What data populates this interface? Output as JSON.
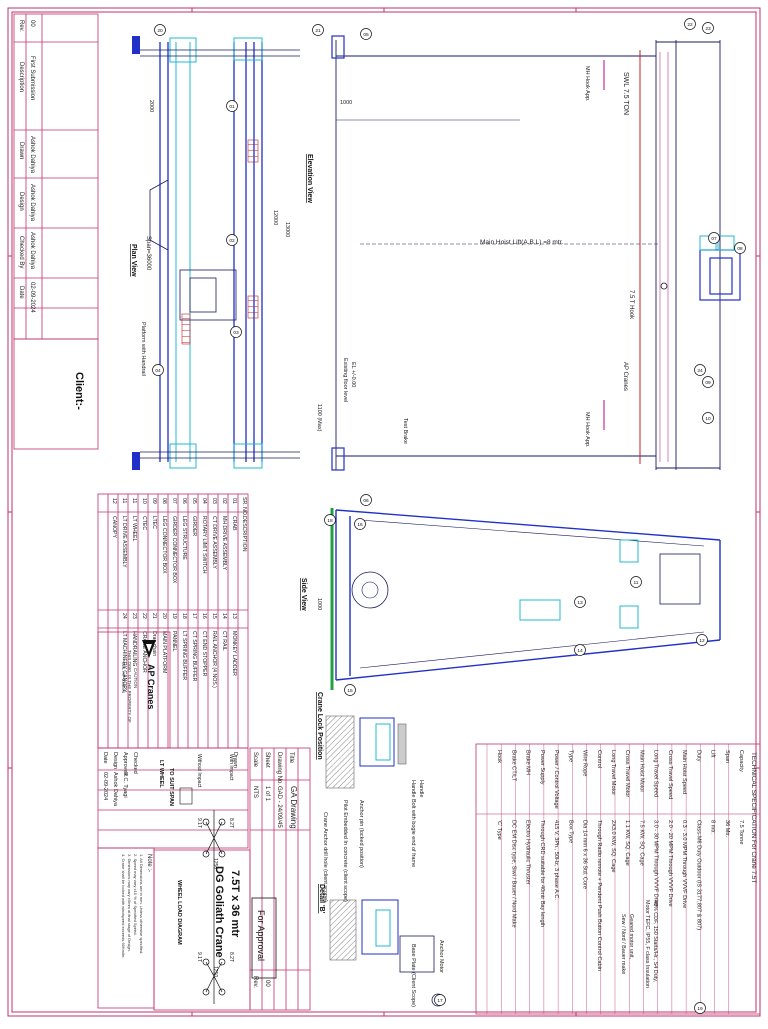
{
  "title_block": {
    "company": "AP Cranes",
    "client_label": "Client:-",
    "title_line1": "7.5T x 36 mtr",
    "title_line2": "DG Goliath Crane",
    "drawing_title_label": "Title",
    "drawing_title": "GA Drawing",
    "drawing_no_label": "Drawing No.",
    "drawing_no": "GAD - 24/09/45",
    "sheet_label": "Sheet",
    "sheet_value": "1 of 1",
    "scale_label": "Scale",
    "scale_value": "NTS",
    "rev_label": "Rev.",
    "rev_value": "00",
    "for_approval": "For Approval",
    "property_lines": [
      "THIS DWG. IS THE PROPERTY OF",
      "M/s. AP Cranes",
      "CAUTION"
    ],
    "sign_rows": [
      {
        "label": "Drawn",
        "name": "",
        "date_label": "Date",
        "date": "02-09-2024"
      },
      {
        "label": "Design",
        "name": "Ashok Dahiya",
        "date_label": "",
        "date": ""
      },
      {
        "label": "Approved",
        "name": "R.C. Tyagi",
        "date_label": "",
        "date": ""
      },
      {
        "label": "Checked",
        "name": "",
        "date_label": "",
        "date": ""
      }
    ]
  },
  "revision_table": {
    "headers": [
      "Rev.",
      "Description",
      "Drawn",
      "Design",
      "Checked By",
      "Date"
    ],
    "rows": [
      {
        "rev": "00",
        "description": "First Submission",
        "drawn": "Ashok Dahiya",
        "design": "Ashok Dahiya",
        "checked": "Ashok Dahiya",
        "date": "02-09-2024"
      }
    ]
  },
  "parts_list": {
    "headers": [
      "SR. NO.",
      "DESCRIPTION",
      "",
      ""
    ],
    "rows": [
      {
        "a_no": "01",
        "a_desc": "CRAB",
        "b_no": "13",
        "b_desc": "MONKEY LADDER"
      },
      {
        "a_no": "02",
        "a_desc": "MH DRIVE ASSEMBLY",
        "b_no": "14",
        "b_desc": "CT RAIL"
      },
      {
        "a_no": "03",
        "a_desc": "CT DRIVE ASSEMBLY",
        "b_no": "15",
        "b_desc": "RAIL ANCHOR (4 NOS.)"
      },
      {
        "a_no": "04",
        "a_desc": "ROTARY LIMIT SWITCH",
        "b_no": "16",
        "b_desc": "CT END STOPPER"
      },
      {
        "a_no": "05",
        "a_desc": "GIRDER",
        "b_no": "17",
        "b_desc": "CT SPRING BUFFER"
      },
      {
        "a_no": "06",
        "a_desc": "LEG STRUCTURE",
        "b_no": "18",
        "b_desc": "LT SPRING BUFFER"
      },
      {
        "a_no": "07",
        "a_desc": "GIRDER CONNECTOR BOX",
        "b_no": "19",
        "b_desc": "PANNEL"
      },
      {
        "a_no": "08",
        "a_desc": "LEG CONNECTOR BOX",
        "b_no": "20",
        "b_desc": "MAIN PLATFORM"
      },
      {
        "a_no": "09",
        "a_desc": "LTEC",
        "b_no": "21",
        "b_desc": "Drag chain"
      },
      {
        "a_no": "10",
        "a_desc": "CTEC",
        "b_no": "22",
        "b_desc": "CRANE ANCHOR"
      },
      {
        "a_no": "11",
        "a_desc": "LT WHEEL",
        "b_no": "23",
        "b_desc": "HANDRAILING"
      },
      {
        "a_no": "11",
        "a_desc": "LT DRIVE ASSEMBLY",
        "b_no": "24",
        "b_desc": "LT MACHINERY CANOPY"
      },
      {
        "a_no": "12",
        "a_desc": "CANOPY",
        "b_no": "",
        "b_desc": ""
      }
    ]
  },
  "specs": {
    "title": "TECHNICAL SPECIFICATION For Crane 7.5T",
    "rows": [
      {
        "label": "Capacity",
        "value": "7.5 Tonne"
      },
      {
        "label": "Span",
        "value": "36 Mtr."
      },
      {
        "label": "Lift",
        "value": "8 mtr."
      },
      {
        "label": "Duty",
        "value": "Class-M6 Duty Outdoor (IS 3177,807 & 807)"
      },
      {
        "label": "Main Hoist Speed",
        "value": "0.3 - 3.0 MPM Through VVVF Drive"
      },
      {
        "label": "Cross Travel Speed",
        "value": "2.0 - 20 MPM Through VVVF Drive"
      },
      {
        "label": "Long Travel Speed",
        "value": "3.0 - 30 MPM Through VVVF Drive"
      },
      {
        "label": "Main Hoist Motor",
        "value": "7.5 KW, SQ. Cage"
      },
      {
        "label": "Cross Travel Motor",
        "value": "1.1 KW, SQ. Cage"
      },
      {
        "label": "Long Travel Motor",
        "value": "2X3.0 KW, SQ. Cage"
      },
      {
        "label": "Control",
        "value": "Through Radio remote + Pendent Push Button Control Cabin"
      },
      {
        "label": "Wire Rope",
        "value": "Dia 14 mm 6 x 36 Std. Core"
      },
      {
        "label": "Type",
        "value": "Box Type"
      },
      {
        "label": "Power / Control Voltage",
        "value": "415 V, 3Ph., 50Hz, 3 phase A.C."
      },
      {
        "label": "Power Supply",
        "value": "Through CRD suitable for 40mtr Bay length"
      },
      {
        "label": "Brake MH",
        "value": "Electro Hydraulic Thruster"
      },
      {
        "label": "Brake CT/LT",
        "value": "DC EM Disc type, Siwi / Bauer / Nord Make"
      },
      {
        "label": "Hook",
        "value": "'C' Type"
      }
    ],
    "motor_notes": [
      "40% CDF, 150 Starts/Hr., S4 Duty,",
      "Motor TEFC, IP55, F class Insulation",
      "Geared motor unit,",
      "Sew / Nord / Bauer make"
    ]
  },
  "notes": {
    "title": "Note :-",
    "items": [
      "1. All Dimensions are in mm. Unless otherwise specified.",
      "2. Speed may vary ±10 % of Specified Speed.",
      "3. Dimensions may vary ±5mm at final stage of Design.",
      "4. Crane shall be locked with windspeed exceeds 60Km/hr."
    ]
  },
  "views": {
    "plan_view": "Plan View",
    "elevation_view": "Elevation View",
    "side_view": "Side View",
    "crane_lock_position": "Crane Lock Position",
    "detail_b": "Detail 'B'",
    "wheel_load_diagram": "WHEEL LOAD DIAGRAM",
    "lt_wheel": "LT WHEEL",
    "to_suit_span": "TO SUIT SPAN"
  },
  "annotations": {
    "span_label": "Span=36000",
    "main_hoist_lift": "Main Hoist Lift(A.B.L) =8 mtr.",
    "swl": "SWL 7.5 TON",
    "hook": "7.5 T Hook",
    "ap_cranes": "AP Cranes",
    "floor_level": "Existing floor level",
    "el_label": "EL +/-0.00",
    "mh_hook_app": "MH Hook App.",
    "test_brake": "Test Brake",
    "platform_note": "Platform with Handrail",
    "anchor_pin": "Anchor pin (locked position)",
    "pilot": "Pilot Embedded In concrete (client scope)",
    "crane_anchor": "Crane Anchor drill hole (client scope)",
    "handle": "Handle",
    "handle_bolt": "Handle Bolt with bogie end of frame",
    "anchor_motor": "Anchor Motor",
    "base_plate": "Base Plate (Client Scope)",
    "max_load": "1100 (Max)",
    "without_impact": "Without Impact",
    "with_impact": "With Impact",
    "w1": "9.1T",
    "w2": "9.1T",
    "w3": "8.2T",
    "w4": "8.2T",
    "d1": "12000",
    "d2": "2000",
    "d3": "1200",
    "d4": "1000",
    "d5": "1000",
    "d6": "1250",
    "d7": "1250",
    "d8": "13000",
    "balloons": [
      "01",
      "02",
      "03",
      "04",
      "05",
      "06",
      "07",
      "08",
      "09",
      "10",
      "11",
      "12",
      "13",
      "14",
      "15",
      "16",
      "17",
      "18",
      "19",
      "20",
      "21",
      "22",
      "23",
      "24"
    ]
  },
  "colors": {
    "border": "#c0306a",
    "blue": "#2030c8",
    "navy": "#1a1a60",
    "cyan": "#20b8d0",
    "green": "#20a040",
    "red": "#c02020",
    "magenta": "#c030a0"
  }
}
